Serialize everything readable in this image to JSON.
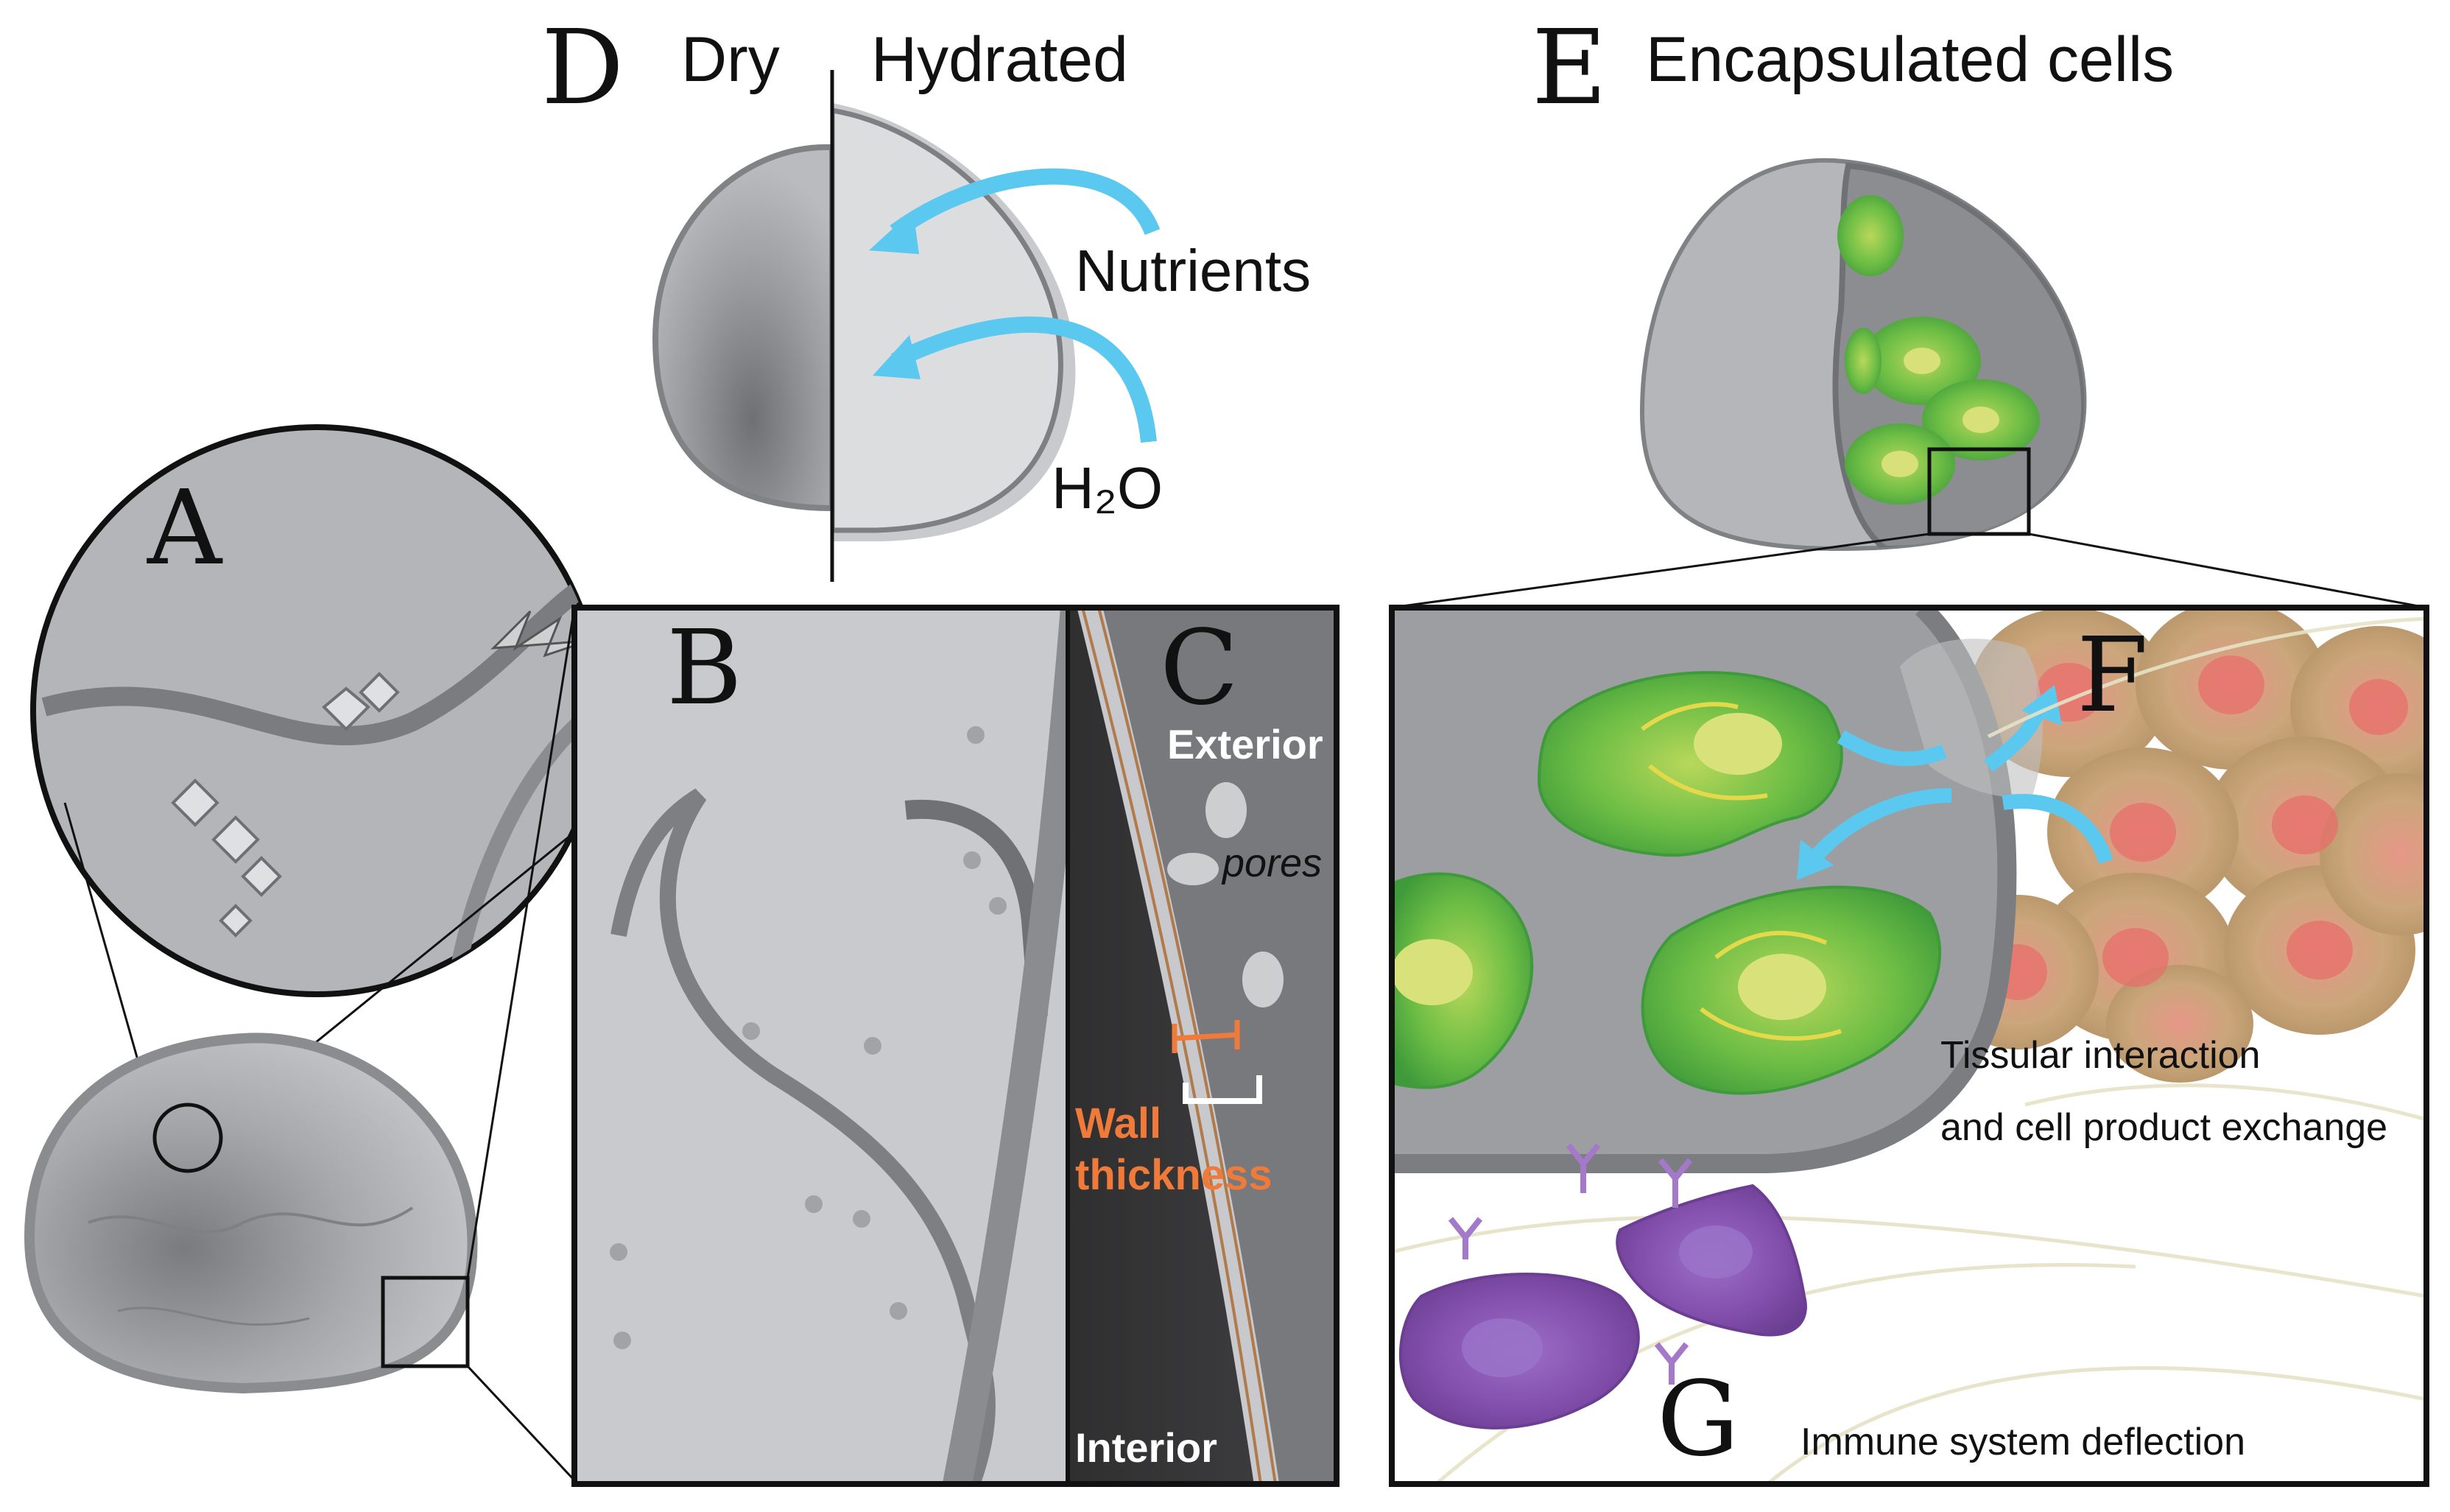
{
  "panel_D": {
    "letter": "D",
    "dry_label": "Dry",
    "hydrated_label": "Hydrated",
    "nutrients_label": "Nutrients",
    "water_label": "H₂O"
  },
  "panel_E": {
    "letter": "E",
    "title": "Encapsulated cells"
  },
  "panel_A": {
    "letter": "A"
  },
  "panel_B": {
    "letter": "B"
  },
  "panel_C": {
    "letter": "C",
    "exterior_label": "Exterior",
    "pores_label": "pores",
    "wall_label_line1": "Wall",
    "wall_label_line2": "thickness",
    "interior_label": "Interior"
  },
  "panel_F": {
    "letter": "F",
    "caption_line1": "Tissular interaction",
    "caption_line2": "and cell product exchange"
  },
  "panel_G": {
    "letter": "G",
    "caption": "Immune system deflection"
  },
  "colors": {
    "arrow_blue": "#5bc8ef",
    "wall_orange": "#f07a3a",
    "capsule_grey": "#a9abae",
    "encapsulated_cell_green": "#5fb848",
    "tissue_cell_brown": "#b08a5a",
    "immune_cell_purple": "#8a4fb0"
  }
}
